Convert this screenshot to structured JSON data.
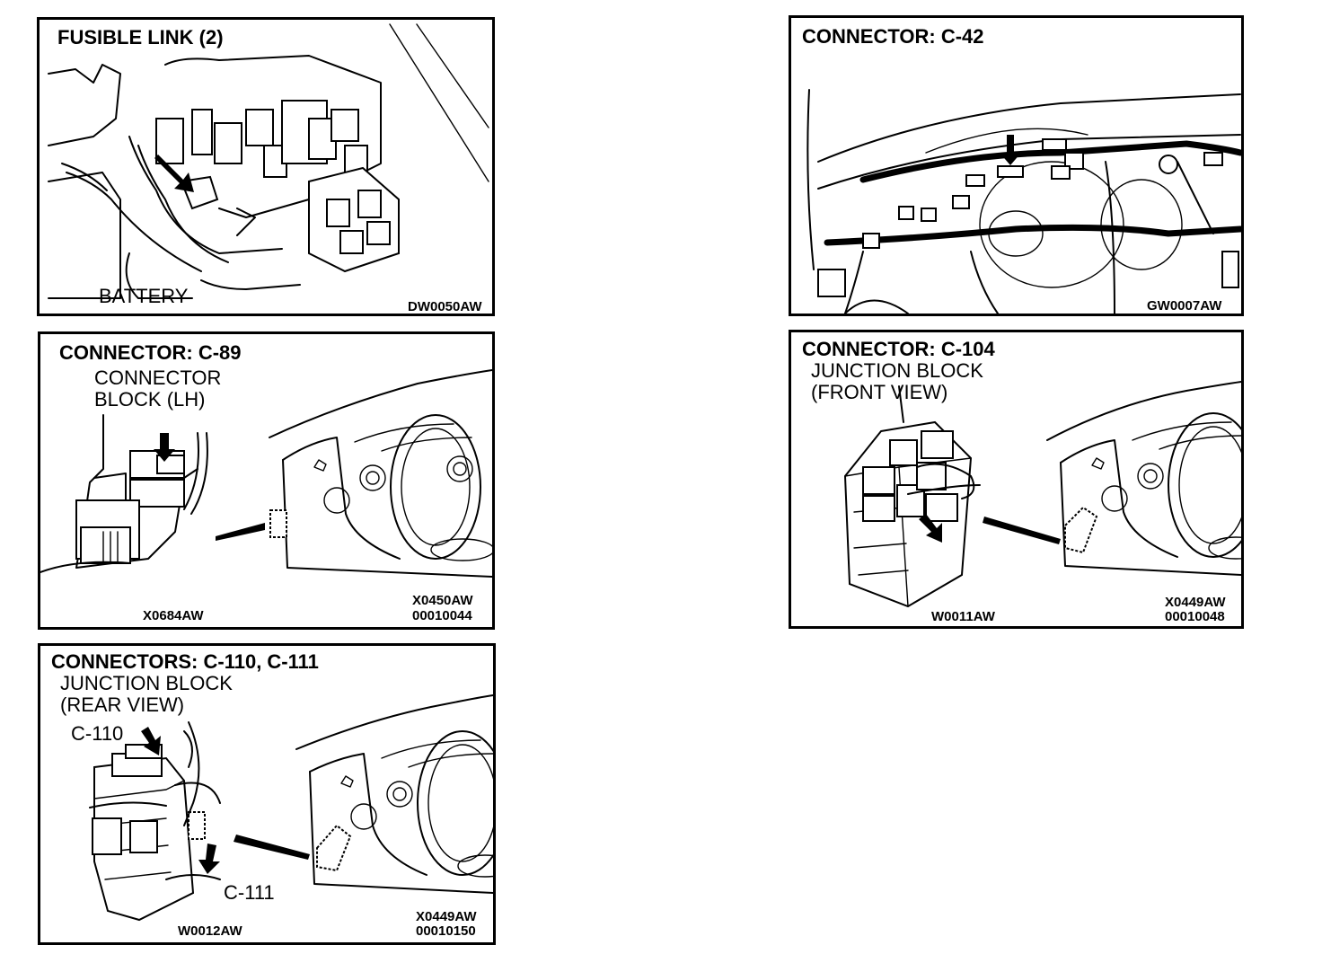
{
  "panels": {
    "fusible_link": {
      "title": "FUSIBLE LINK (2)",
      "labels": [
        "BATTERY"
      ],
      "codes": [
        "DW0050AW"
      ]
    },
    "c42": {
      "title": "CONNECTOR: C-42",
      "codes": [
        "GW0007AW"
      ]
    },
    "c89": {
      "title": "CONNECTOR: C-89",
      "labels": [
        "CONNECTOR",
        "BLOCK (LH)"
      ],
      "codes": [
        "X0684AW",
        "X0450AW",
        "00010044"
      ]
    },
    "c104": {
      "title": "CONNECTOR: C-104",
      "labels": [
        "JUNCTION BLOCK",
        "(FRONT VIEW)"
      ],
      "codes": [
        "W0011AW",
        "X0449AW",
        "00010048"
      ]
    },
    "c110_c111": {
      "title": "CONNECTORS: C-110, C-111",
      "labels": [
        "JUNCTION BLOCK",
        "(REAR VIEW)",
        "C-110",
        "C-111"
      ],
      "codes": [
        "W0012AW",
        "X0449AW",
        "00010150"
      ]
    }
  },
  "icons": [
    "engine-bay-fuse-box-illustration",
    "dashboard-wiring-illustration",
    "connector-block-illustration",
    "instrument-panel-illustration",
    "junction-block-illustration",
    "arrow-pointer-icon"
  ]
}
